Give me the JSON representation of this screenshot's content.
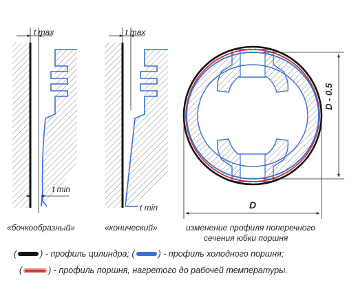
{
  "labels": {
    "tmax_left": "t max",
    "tmax_mid": "t max",
    "tmin_left": "t min",
    "tmin_mid": "t min",
    "diameter": "D",
    "diameter_minus": "D - 0.5"
  },
  "captions": {
    "barrel": "«бочкообразный»",
    "conical": "«конический»",
    "section_line1": "изменение профиля поперечного",
    "section_line2": "сечения юбки поршня"
  },
  "legend": {
    "open": "(",
    "cylinder": ") - профиль цилиндра; (",
    "cold": ") - профиль холодного поршня;",
    "hot": ") -  профиль поршня, нагретого до рабочей температуры."
  },
  "colors": {
    "cylinder": "#111111",
    "cold_piston": "#3a6fd6",
    "hot_piston": "#d03030",
    "hatch": "#777777"
  }
}
